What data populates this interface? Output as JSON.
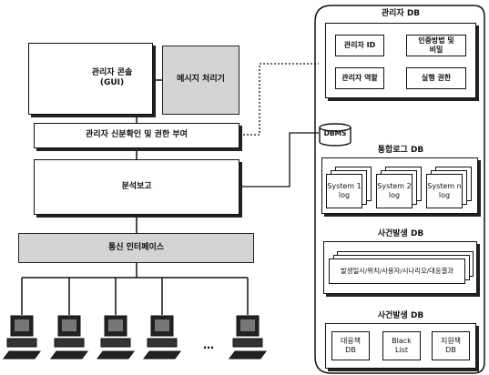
{
  "console": {
    "label": "관리자 콘솔\n(GUI)"
  },
  "message_processor": {
    "label": "메시지 처리기"
  },
  "auth": {
    "label": "관리자 신분확인 및 권한 부여"
  },
  "analysis": {
    "label": "분석보고"
  },
  "comm": {
    "label": "통신 인터페이스"
  },
  "terminals": {
    "ellipsis": "…"
  },
  "dbms": {
    "label": "DBMS"
  },
  "admin_db": {
    "title": "관리자 DB",
    "admin_id": "관리자 ID",
    "auth_method": "인증방법 및\n비밀",
    "admin_role": "관리자 역할",
    "exec_rights": "실행 권한"
  },
  "log_db": {
    "title": "통합로그 DB",
    "logs": [
      "System 1\nlog",
      "System 2\nlog",
      "System n\nlog"
    ]
  },
  "event_db": {
    "title": "사건발생 DB",
    "record": "발생일시/위치/사용자/시나리오/대응결과"
  },
  "event_db2": {
    "title": "사건발생 DB",
    "items": [
      "대응책\nDB",
      "Black\nList",
      "지원책\nDB"
    ]
  }
}
